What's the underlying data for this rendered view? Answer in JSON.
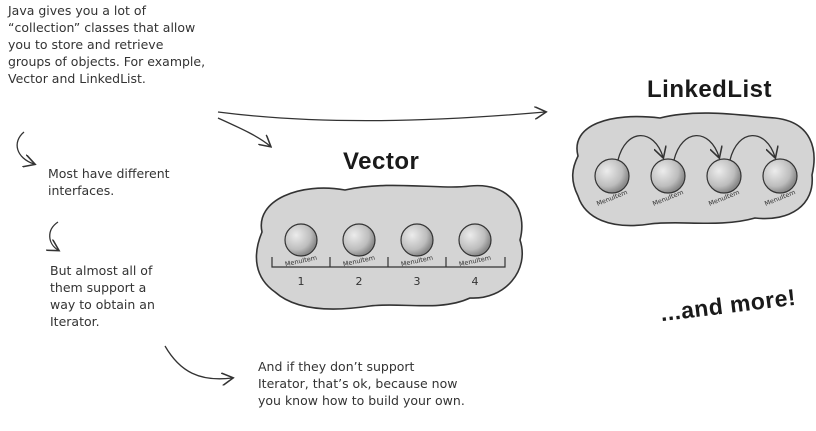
{
  "notes": {
    "intro": "Java gives you a lot of\n“collection” classes that allow\nyou to store and retrieve\ngroups of objects.  For example,\nVector and LinkedList.",
    "interfaces": "Most have different\ninterfaces.",
    "iterator": "But almost all of\nthem support a\nway to obtain an\nIterator.",
    "build_own": "And if they don’t support\nIterator, that’s ok, because now\nyou know how to build your own."
  },
  "vector": {
    "title": "Vector",
    "item_label": "MenuItem",
    "indices": [
      "1",
      "2",
      "3",
      "4"
    ]
  },
  "linkedlist": {
    "title": "LinkedList",
    "item_label": "MenuItem",
    "count": 4
  },
  "more": "...and more!",
  "colors": {
    "blob_fill": "#d4d4d4",
    "ball_fill": "#c8c8c8",
    "line": "#333333"
  }
}
